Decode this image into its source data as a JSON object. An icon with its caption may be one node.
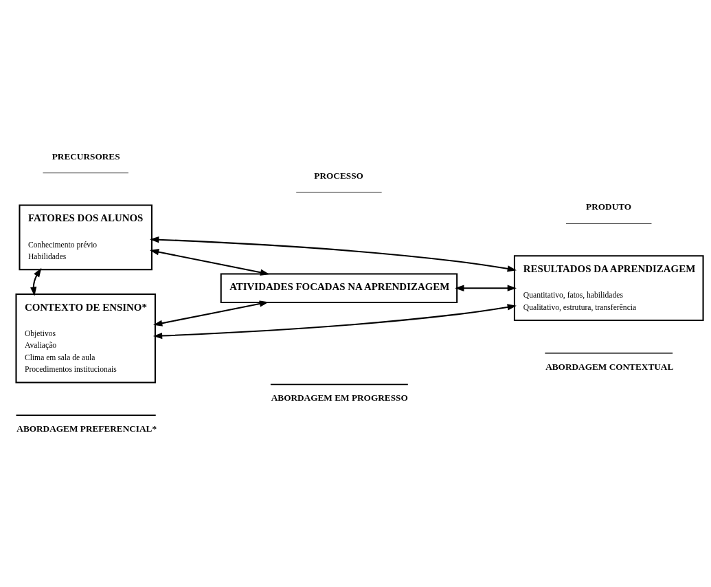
{
  "diagram": {
    "nodes": [
      {
        "text": [
          "FATORES DOS ALUNOS",
          "Conhecimento prévio",
          "Habilidades"
        ]
      },
      {
        "text": [
          "CONTEXTO DE ENSINO*",
          "Objetivos",
          "Avaliação",
          "Clima em sala de aula",
          "Procedimentos institucionais"
        ]
      },
      {
        "text": [
          "ATIVIDADES FOCADAS NA APRENDIZAGEM"
        ]
      },
      {
        "text": [
          "RESULTADOS DA APRENDIZAGEM",
          "Quantitativo, fatos, habilidades",
          "Qualitativo, estrutura, transferência"
        ]
      }
    ],
    "edges": [
      {
        "from": 0,
        "to": 3,
        "arrow": "both"
      },
      {
        "from": 0,
        "to": 2,
        "arrow": "both"
      },
      {
        "from": 0,
        "to": 1,
        "arrow": "both"
      },
      {
        "from": 2,
        "to": 3,
        "arrow": "both"
      },
      {
        "from": 1,
        "to": 2,
        "arrow": "both"
      },
      {
        "from": 1,
        "to": 3,
        "arrow": "both"
      }
    ],
    "labels": [
      "PRECURSORES",
      "PROCESSO",
      "PRODUTO",
      "ABORDAGEM PREFERENCIAL*",
      "ABORDAGEM EM PROGRESSO",
      "ABORDAGEM CONTEXTUAL"
    ]
  }
}
